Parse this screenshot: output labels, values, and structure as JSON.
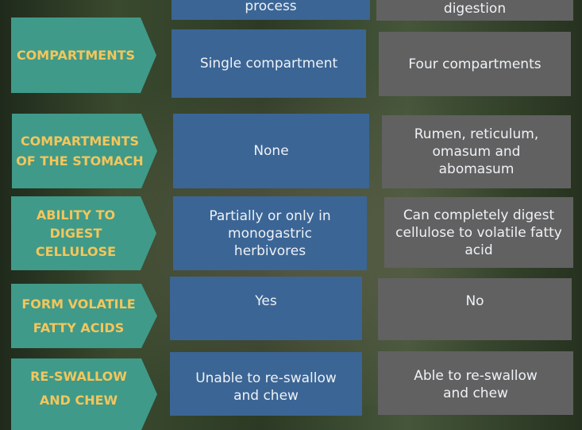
{
  "colors": {
    "label_bg": "#3f9a89",
    "label_text": "#f3c65c",
    "col1": "#3b6595",
    "col2": "#616161"
  },
  "rows": [
    {
      "label": "",
      "col1": "process",
      "col2": "digestion"
    },
    {
      "label": "COMPARTMENTS",
      "col1": "Single compartment",
      "col2": "Four compartments"
    },
    {
      "label": "COMPARTMENTS OF THE STOMACH",
      "col1": "None",
      "col2": "Rumen, reticulum, omasum and abomasum"
    },
    {
      "label": "ABILITY TO DIGEST CELLULOSE",
      "col1": "Partially or only in monogastric herbivores",
      "col2": "Can completely digest cellulose to volatile fatty acid"
    },
    {
      "label": "FORM VOLATILE FATTY ACIDS",
      "col1": "Yes",
      "col2": "No"
    },
    {
      "label": "RE-SWALLOW AND CHEW",
      "col1": "Unable to re-swallow and chew",
      "col2": "Able to re-swallow and chew"
    }
  ]
}
